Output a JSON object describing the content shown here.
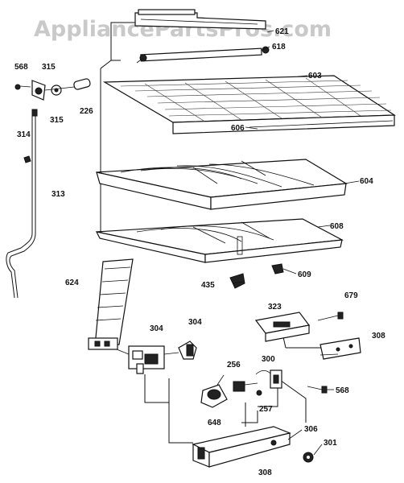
{
  "watermark": "AppliancePartsPros.com",
  "labels": {
    "p568a": "568",
    "p315a": "315",
    "p315b": "315",
    "p226": "226",
    "p314": "314",
    "p313": "313",
    "p621": "621",
    "p618": "618",
    "p603": "603",
    "p606": "606",
    "p604": "604",
    "p608": "608",
    "p435": "435",
    "p609": "609",
    "p624": "624",
    "p304a": "304",
    "p304b": "304",
    "p323": "323",
    "p679": "679",
    "p308a": "308",
    "p256": "256",
    "p300": "300",
    "p568b": "568",
    "p257": "257",
    "p648": "648",
    "p306": "306",
    "p301": "301",
    "p308b": "308"
  }
}
